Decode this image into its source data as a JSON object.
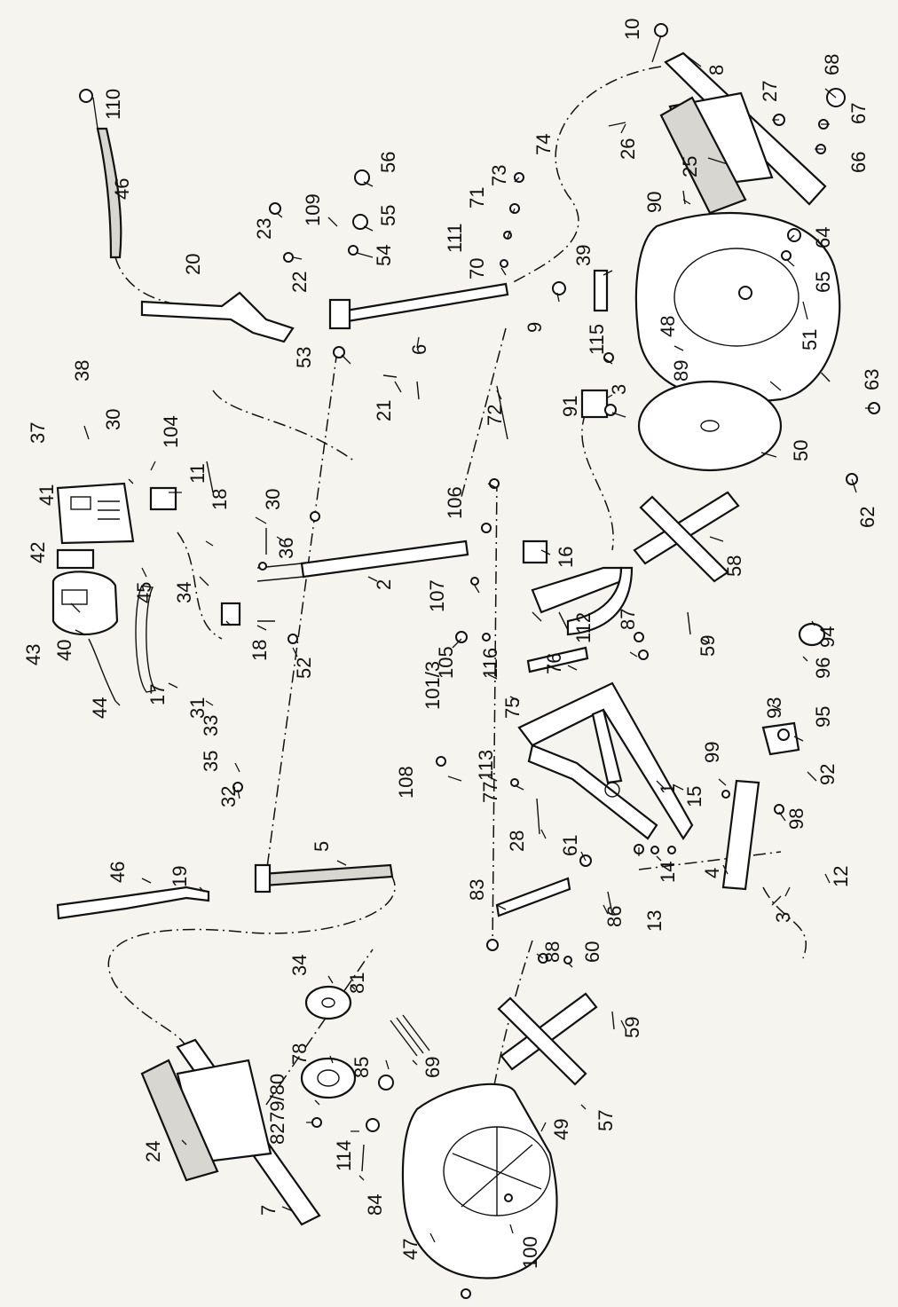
{
  "labels": {
    "10": "10",
    "8": "8",
    "68": "68",
    "27": "27",
    "67": "67",
    "26": "26",
    "66": "66",
    "25": "25",
    "110": "110",
    "56": "56",
    "74": "74",
    "73": "73",
    "109": "109",
    "111": "111",
    "71": "71",
    "55": "55",
    "23": "23",
    "46_top": "46",
    "90": "90",
    "64": "64",
    "54": "54",
    "39": "39",
    "65": "65",
    "22": "22",
    "20": "20",
    "70": "70",
    "9": "9",
    "48": "48",
    "51": "51",
    "53": "53",
    "6": "6",
    "115": "115",
    "38": "38",
    "3_top": "3",
    "89": "89",
    "63": "63",
    "91": "91",
    "30_top": "30",
    "21": "21",
    "72": "72",
    "37": "37",
    "41": "41",
    "104": "104",
    "11": "11",
    "50": "50",
    "62": "62",
    "106": "106",
    "30_mid": "30",
    "42": "42",
    "18_top": "18",
    "36": "36",
    "16": "16",
    "58": "58",
    "45": "45",
    "34_top": "34",
    "2": "2",
    "107": "107",
    "43": "43",
    "40": "40",
    "59_top": "59",
    "94": "94",
    "44": "44",
    "17": "17",
    "31": "31",
    "52": "52",
    "18_bot": "18",
    "87": "87",
    "112": "112",
    "76": "76",
    "116": "116",
    "105": "105",
    "96": "96",
    "75": "75",
    "93": "93",
    "33": "33",
    "95": "95",
    "101_3": "101/3",
    "35": "35",
    "113": "113",
    "108": "108",
    "1": "1",
    "99": "99",
    "92": "92",
    "77": "77",
    "32": "32",
    "15": "15",
    "98": "98",
    "28": "28",
    "61": "61",
    "14": "14",
    "4": "4",
    "12": "12",
    "46_mid": "46",
    "19": "19",
    "5": "5",
    "13": "13",
    "3_bot": "3",
    "83": "83",
    "86": "86",
    "88": "88",
    "60": "60",
    "34_bot": "34",
    "81": "81",
    "59_bot": "59",
    "78": "78",
    "85": "85",
    "69": "69",
    "79_80": "79/80",
    "82": "82",
    "57": "57",
    "114": "114",
    "49": "49",
    "24": "24",
    "84": "84",
    "7": "7",
    "100": "100",
    "47": "47"
  }
}
